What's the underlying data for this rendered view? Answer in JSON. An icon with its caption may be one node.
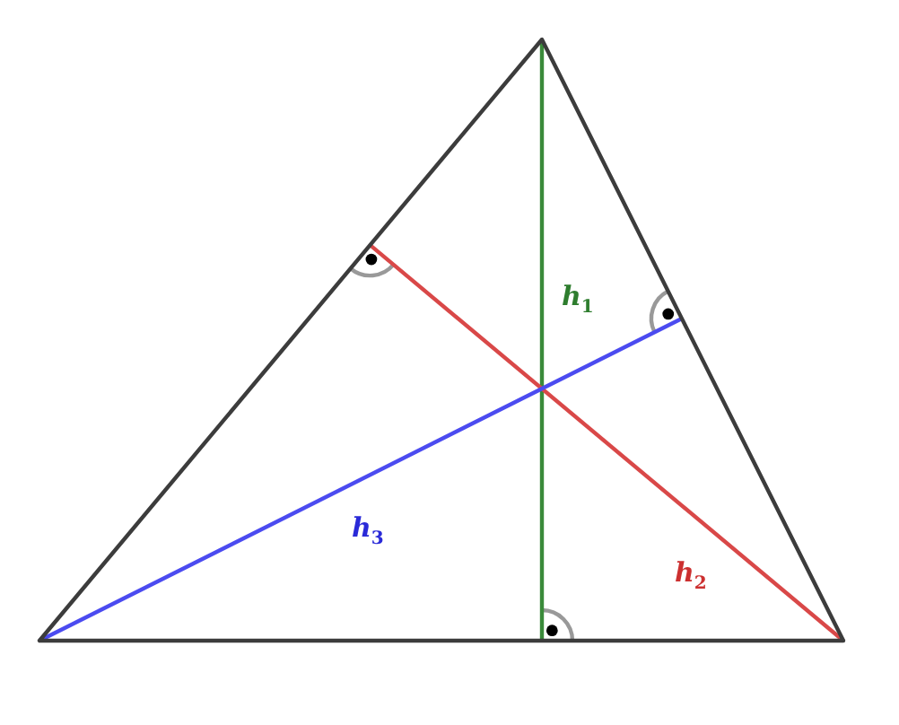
{
  "diagram": {
    "labels": [
      "h$_{1}$",
      "h$_{3}$",
      "h$_{2}$"
    ]
  }
}
